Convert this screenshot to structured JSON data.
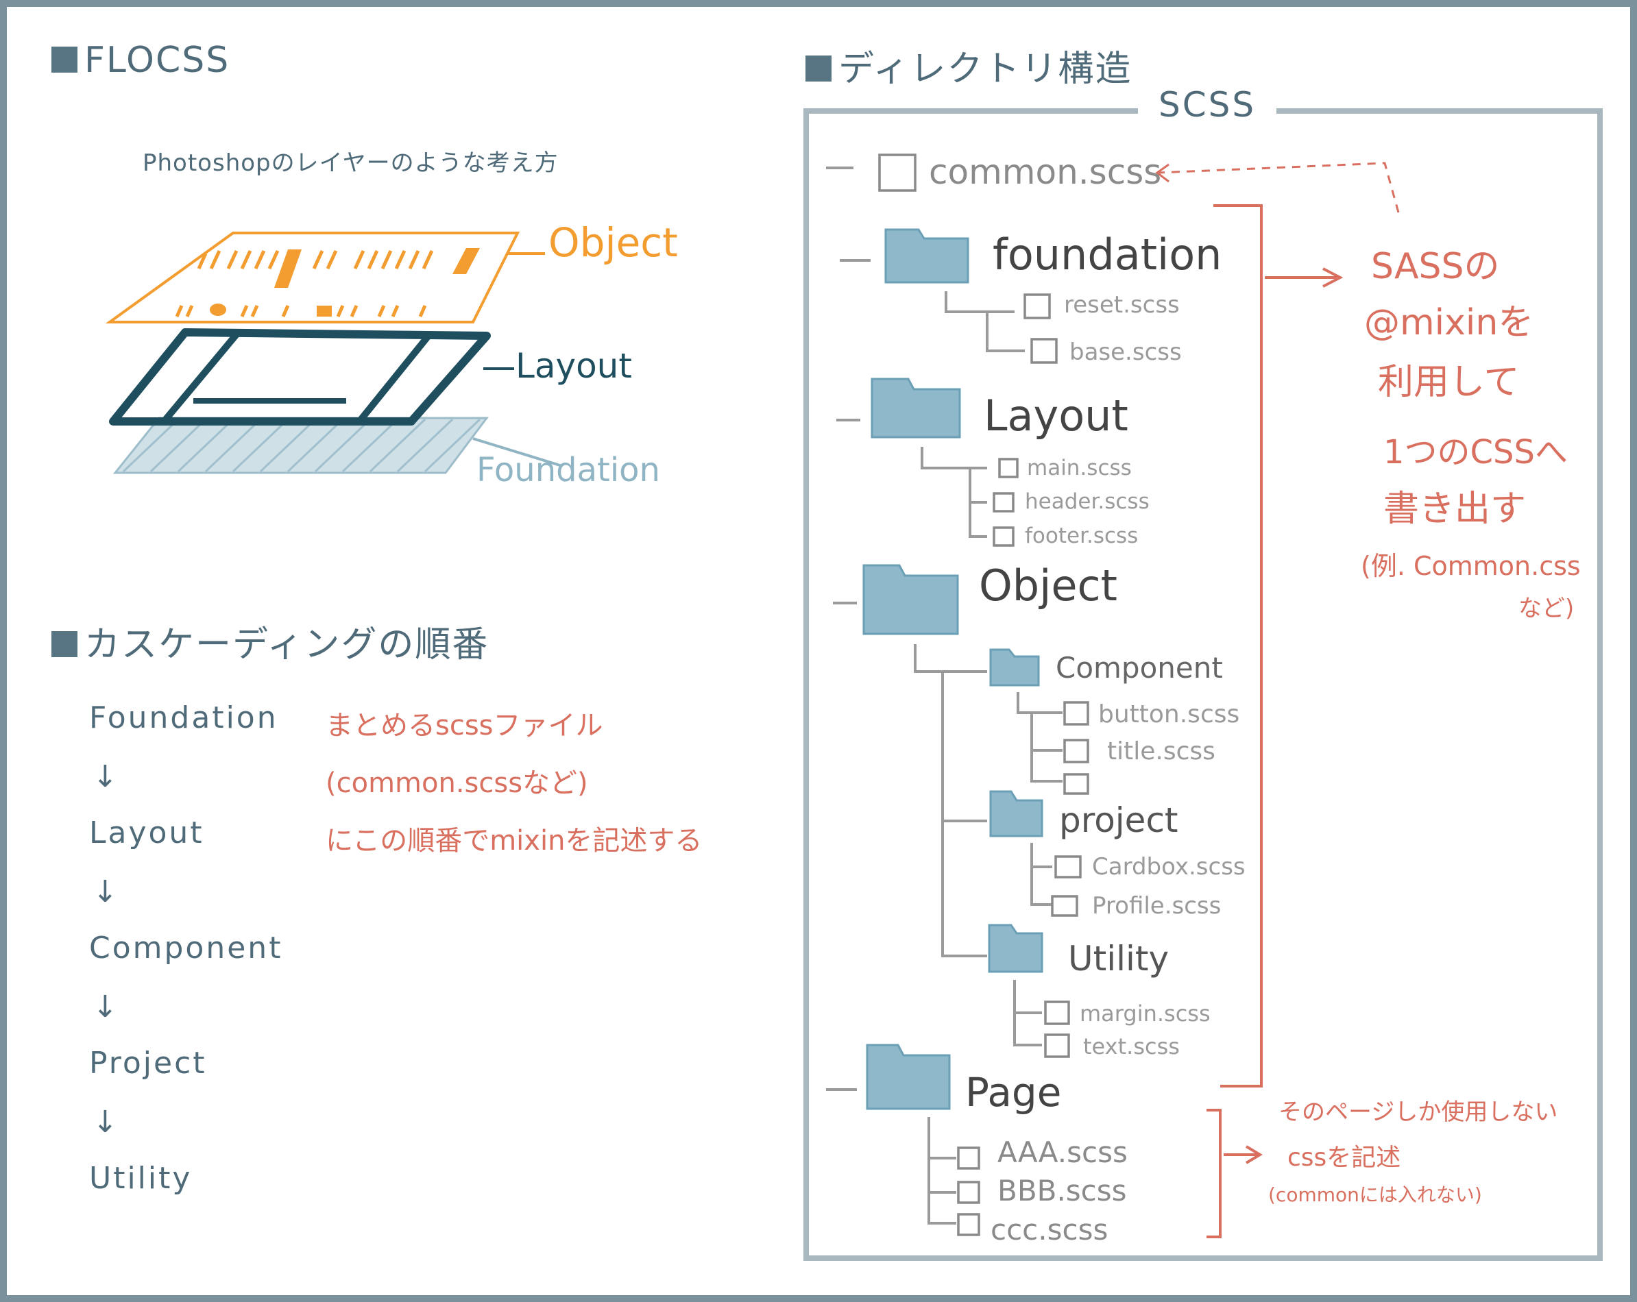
{
  "flocss": {
    "title": "FLOCSS",
    "subtitle": "Photoshopのレイヤーのような考え方",
    "layer_labels": {
      "object": "Object",
      "layout": "Layout",
      "foundation": "Foundation"
    }
  },
  "cascade": {
    "title": "カスケーディングの順番",
    "items": [
      "Foundation",
      "Layout",
      "Component",
      "Project",
      "Utility"
    ],
    "arrow_glyph": "↓",
    "note_lines": [
      "まとめるscssファイル",
      "(common.scssなど)",
      "にこの順番でmixinを記述する"
    ]
  },
  "directory": {
    "title": "ディレクトリ構造",
    "box_label": "SCSS",
    "root_file": "common.scss",
    "folders": {
      "foundation": {
        "label": "foundation",
        "files": [
          "reset.scss",
          "base.scss"
        ]
      },
      "layout": {
        "label": "Layout",
        "files": [
          "main.scss",
          "header.scss",
          "footer.scss"
        ]
      },
      "object": {
        "label": "Object",
        "component": {
          "label": "Component",
          "files": [
            "button.scss",
            "title.scss"
          ]
        },
        "project": {
          "label": "project",
          "files": [
            "Cardbox.scss",
            "Profile.scss"
          ]
        },
        "utility": {
          "label": "Utility",
          "files": [
            "margin.scss",
            "text.scss"
          ]
        }
      },
      "page": {
        "label": "Page",
        "files": [
          "AAA.scss",
          "BBB.scss",
          "ccc.scss"
        ]
      }
    },
    "mixin_note": [
      "SASSの",
      "@mixinを",
      "利用して",
      "1つのCSSへ",
      "書き出す",
      "(例. Common.css",
      "など)"
    ],
    "page_note": [
      "そのページしか使用しない",
      "cssを記述",
      "(commonには入れない)"
    ]
  },
  "colors": {
    "frame": "#7b929d",
    "heading": "#4f6a78",
    "accent_red": "#d96f5f",
    "object_orange": "#f39c2f",
    "layout_teal": "#1f4f5f",
    "foundation_blue": "#8fb4c4",
    "folder_blue": "#7fb0c4",
    "tree_gray": "#9a9a9a"
  }
}
